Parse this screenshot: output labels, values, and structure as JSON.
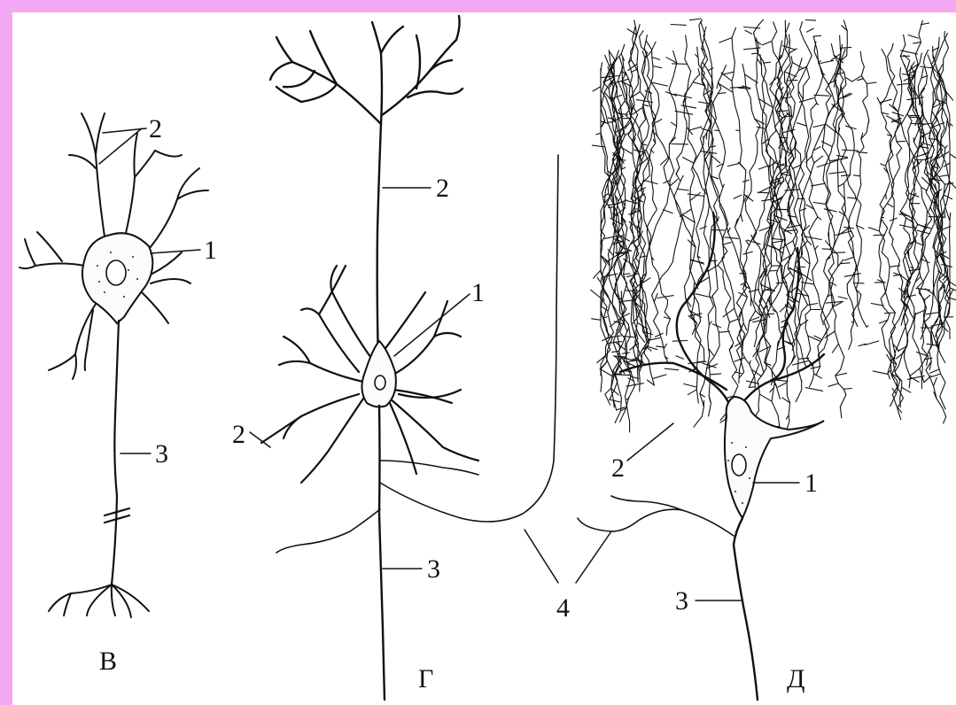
{
  "colors": {
    "border": "#f3a8f3",
    "background": "#ffffff",
    "ink": "#111111"
  },
  "neurons": [
    {
      "id": "neuron-v",
      "caption": "В",
      "labels": {
        "soma": "1",
        "dendrites": "2",
        "axon": "3"
      }
    },
    {
      "id": "neuron-g",
      "caption": "Г",
      "labels": {
        "soma": "1",
        "dendrites_apical": "2",
        "dendrites_basal": "2",
        "axon": "3"
      }
    },
    {
      "id": "neuron-d",
      "caption": "Д",
      "labels": {
        "soma": "1",
        "dendrites": "2",
        "axon": "3"
      }
    }
  ],
  "shared_label": "4"
}
